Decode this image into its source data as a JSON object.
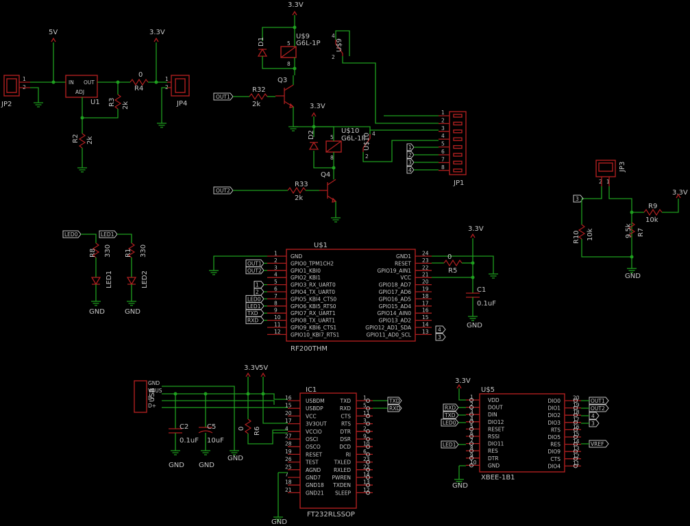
{
  "parts": {
    "jp2": {
      "name": "JP2",
      "pins": [
        "1",
        "2"
      ]
    },
    "jp4": {
      "name": "JP4",
      "pins": [
        "1",
        "2"
      ]
    },
    "u1": {
      "name": "U1",
      "in": "IN",
      "out": "OUT",
      "adj": "ADJ"
    },
    "r4": {
      "name": "R4",
      "value": "0"
    },
    "r3": {
      "name": "R3",
      "value": "2k"
    },
    "r2": {
      "name": "R2",
      "value": "2k"
    },
    "d1": {
      "name": "D1"
    },
    "d2": {
      "name": "D2"
    },
    "us9": {
      "name": "U$9",
      "part": "G6L-1P",
      "pins": [
        "5",
        "8",
        "4",
        "2"
      ]
    },
    "us10": {
      "name": "U$10",
      "part": "G6L-1P",
      "pins": [
        "5",
        "8",
        "4",
        "2"
      ]
    },
    "q3": {
      "name": "Q3"
    },
    "q4": {
      "name": "Q4"
    },
    "r32": {
      "name": "R32",
      "value": "2k"
    },
    "r33": {
      "name": "R33",
      "value": "2k"
    },
    "jp1": {
      "name": "JP1",
      "pins": [
        "1",
        "2",
        "3",
        "4",
        "5",
        "6",
        "7",
        "8"
      ]
    },
    "jp3": {
      "name": "JP3",
      "pins": [
        "2",
        "1"
      ]
    },
    "r9": {
      "name": "R9",
      "value": "10k"
    },
    "r10": {
      "name": "R10",
      "value": "10k"
    },
    "r7": {
      "name": "R7",
      "value": "9.5k"
    },
    "r8": {
      "name": "R8",
      "value": "330"
    },
    "r1": {
      "name": "R1",
      "value": "330"
    },
    "led1": {
      "name": "LED1"
    },
    "led2": {
      "name": "LED2"
    },
    "r5": {
      "name": "R5",
      "value": "0"
    },
    "c1": {
      "name": "C1",
      "value": "0.1uF"
    },
    "c2": {
      "name": "C2",
      "value": "0.1uF"
    },
    "c5": {
      "name": "C5",
      "value": "10uF"
    },
    "r6": {
      "name": "R6",
      "value": "0"
    },
    "usb": {
      "name": "USB",
      "pins": [
        "GND",
        "VBUS",
        "D-",
        "D+"
      ]
    }
  },
  "supplies": {
    "v33": "3.3V",
    "v5": "5V",
    "gnd": "GND"
  },
  "ports": {
    "out1": "OUT1",
    "out2": "OUT2",
    "led0": "LED0",
    "led1": "LED1",
    "txd": "TXD",
    "rxd": "RXD",
    "vref": "VREF",
    "n1": "1",
    "n2": "2",
    "n3": "3",
    "n4": "4"
  },
  "us1": {
    "name": "U$1",
    "part": "RF200THM",
    "left": [
      {
        "num": "1",
        "name": "GND"
      },
      {
        "num": "2",
        "name": "GPIO0_TPM1CH2"
      },
      {
        "num": "3",
        "name": "GPIO1_KBI0"
      },
      {
        "num": "4",
        "name": "GPIO2_KBI1"
      },
      {
        "num": "5",
        "name": "GPIO3_RX_UART0"
      },
      {
        "num": "6",
        "name": "GPIO4_TX_UART0"
      },
      {
        "num": "7",
        "name": "GPIO5_KBI4_CTS0"
      },
      {
        "num": "8",
        "name": "GPIO6_KBI5_RTS0"
      },
      {
        "num": "9",
        "name": "GPIO7_RX_UART1"
      },
      {
        "num": "10",
        "name": "GPIO8_TX_UART1"
      },
      {
        "num": "11",
        "name": "GPIO9_KBI6_CTS1"
      },
      {
        "num": "12",
        "name": "GPIO10_KBI7_RTS1"
      }
    ],
    "right": [
      {
        "num": "24",
        "name": "GND1"
      },
      {
        "num": "23",
        "name": "RESET"
      },
      {
        "num": "22",
        "name": "GPIO19_AIN1"
      },
      {
        "num": "21",
        "name": "VCC"
      },
      {
        "num": "20",
        "name": "GPIO18_AD7"
      },
      {
        "num": "19",
        "name": "GPIO17_AD6"
      },
      {
        "num": "18",
        "name": "GPIO16_AD5"
      },
      {
        "num": "17",
        "name": "GPIO15_AD4"
      },
      {
        "num": "16",
        "name": "GPIO14_AIN0"
      },
      {
        "num": "15",
        "name": "GPIO13_AD2"
      },
      {
        "num": "14",
        "name": "GPIO12_AD1_SDA"
      },
      {
        "num": "13",
        "name": "GPIO11_AD0_SCL"
      }
    ]
  },
  "ic1": {
    "name": "IC1",
    "part": "FT232RLSSOP",
    "left": [
      {
        "num": "16",
        "name": "USBDM"
      },
      {
        "num": "15",
        "name": "USBDP"
      },
      {
        "num": "20",
        "name": "VCC"
      },
      {
        "num": "17",
        "name": "3V3OUT"
      },
      {
        "num": "4",
        "name": "VCCIO"
      },
      {
        "num": "27",
        "name": "OSCI"
      },
      {
        "num": "28",
        "name": "OSCO"
      },
      {
        "num": "19",
        "name": "RESET"
      },
      {
        "num": "26",
        "name": "TEST"
      },
      {
        "num": "25",
        "name": "AGND"
      },
      {
        "num": "7",
        "name": "GND7"
      },
      {
        "num": "18",
        "name": "GND18"
      },
      {
        "num": "21",
        "name": "GND21"
      }
    ],
    "right": [
      {
        "num": "1",
        "name": "TXD"
      },
      {
        "num": "5",
        "name": "RXD"
      },
      {
        "num": "11",
        "name": "CTS"
      },
      {
        "num": "3",
        "name": "RTS"
      },
      {
        "num": "2",
        "name": "DTR"
      },
      {
        "num": "9",
        "name": "DSR"
      },
      {
        "num": "10",
        "name": "DCD"
      },
      {
        "num": "6",
        "name": "RI"
      },
      {
        "num": "23",
        "name": "TXLED"
      },
      {
        "num": "22",
        "name": "RXLED"
      },
      {
        "num": "14",
        "name": "PWREN"
      },
      {
        "num": "13",
        "name": "TXDEN"
      },
      {
        "num": "12",
        "name": "SLEEP"
      }
    ]
  },
  "us5": {
    "name": "U$5",
    "part": "XBEE-1B1",
    "left": [
      {
        "num": "1",
        "name": "VDD"
      },
      {
        "num": "2",
        "name": "DOUT"
      },
      {
        "num": "3",
        "name": "DIN"
      },
      {
        "num": "4",
        "name": "DIO12"
      },
      {
        "num": "5",
        "name": "RESET"
      },
      {
        "num": "6",
        "name": "RSSI"
      },
      {
        "num": "7",
        "name": "DIO11"
      },
      {
        "num": "8",
        "name": "RES"
      },
      {
        "num": "9",
        "name": "DTR"
      },
      {
        "num": "10",
        "name": "GND"
      }
    ],
    "right": [
      {
        "num": "20",
        "name": "DIO0"
      },
      {
        "num": "19",
        "name": "DIO1"
      },
      {
        "num": "18",
        "name": "DIO2"
      },
      {
        "num": "17",
        "name": "DIO3"
      },
      {
        "num": "16",
        "name": "RTS"
      },
      {
        "num": "15",
        "name": "DIO5"
      },
      {
        "num": "14",
        "name": "RES"
      },
      {
        "num": "13",
        "name": "DIO9"
      },
      {
        "num": "12",
        "name": "CTS"
      },
      {
        "num": "11",
        "name": "DIO4"
      }
    ]
  }
}
